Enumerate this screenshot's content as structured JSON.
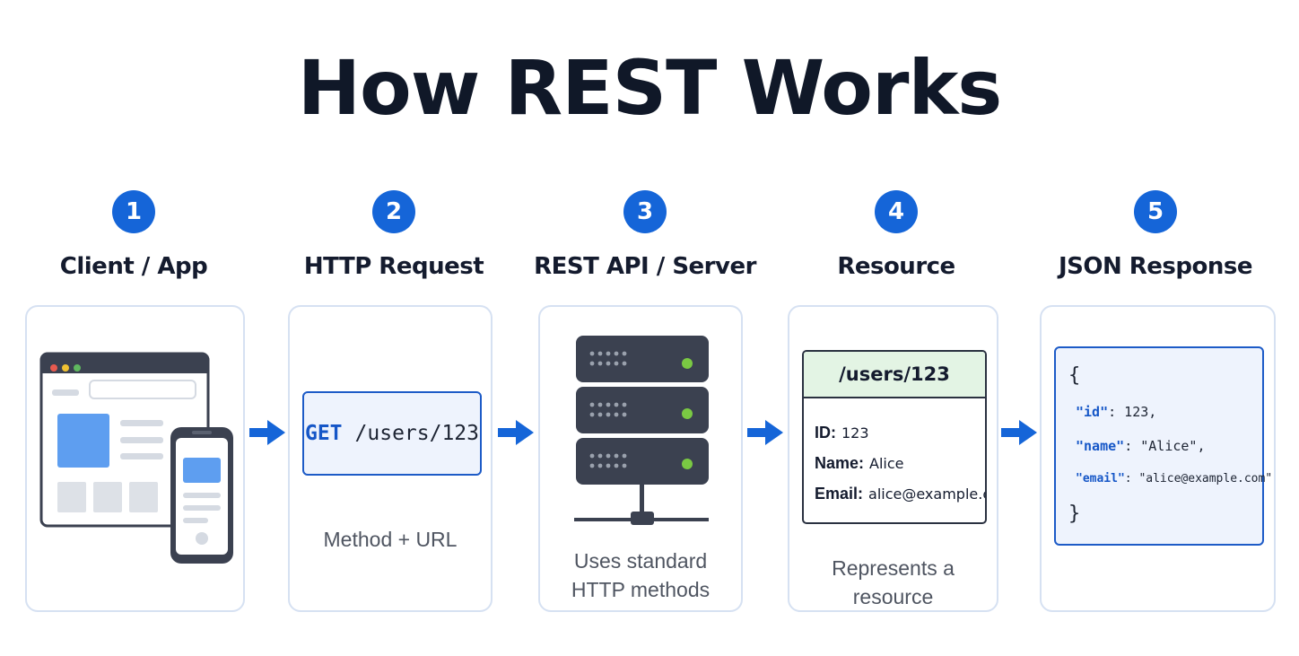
{
  "title": "How REST Works",
  "steps": [
    {
      "number": "1",
      "label": "Client / App"
    },
    {
      "number": "2",
      "label": "HTTP Request"
    },
    {
      "number": "3",
      "label": "REST API / Server"
    },
    {
      "number": "4",
      "label": "Resource"
    },
    {
      "number": "5",
      "label": "JSON Response"
    }
  ],
  "request": {
    "method": "GET",
    "path": "/users/123",
    "caption": "Method + URL"
  },
  "server": {
    "caption_line1": "Uses standard",
    "caption_line2": "HTTP methods"
  },
  "resource": {
    "path": "/users/123",
    "fields": [
      {
        "key": "ID:",
        "value": "123"
      },
      {
        "key": "Name:",
        "value": "Alice"
      },
      {
        "key": "Email:",
        "value": "alice@example.com"
      }
    ],
    "caption": "Represents a resource"
  },
  "json": {
    "open": "{",
    "close": "}",
    "lines": [
      {
        "key": "\"id\"",
        "sep": ":",
        "value": " 123,"
      },
      {
        "key": "\"name\"",
        "sep": ":",
        "value": " \"Alice\","
      },
      {
        "key": "\"email\"",
        "sep": ":",
        "value": " \"alice@example.com\""
      }
    ]
  },
  "colors": {
    "accent": "#1565d8",
    "dark": "#101828",
    "panel_border": "#d6e1f2",
    "resource_header": "#e3f4e4"
  }
}
